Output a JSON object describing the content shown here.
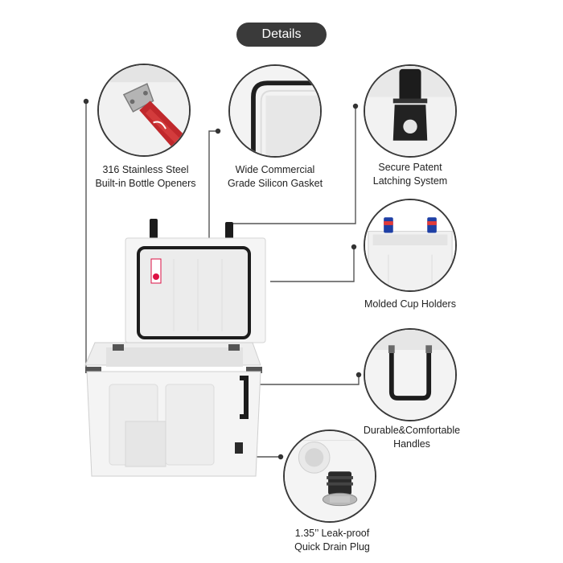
{
  "header": {
    "title": "Details"
  },
  "features": [
    {
      "line1": "316 Stainless Steel",
      "line2": "Built-in Bottle Openers"
    },
    {
      "line1": "Wide Commercial",
      "line2": "Grade Silicon Gasket"
    },
    {
      "line1": "Secure Patent",
      "line2": "Latching System"
    },
    {
      "line1": "Molded Cup Holders",
      "line2": ""
    },
    {
      "line1": "Durable&Comfortable",
      "line2": "Handles"
    },
    {
      "line1": "1.35’’ Leak-proof",
      "line2": "Quick Drain Plug"
    }
  ],
  "icons": {
    "opener": "bottle-opener-icon",
    "gasket": "gasket-icon",
    "latch": "latch-icon",
    "cupholders": "cup-holder-icon",
    "handles": "handle-icon",
    "plug": "drain-plug-icon"
  },
  "colors": {
    "pill": "#3a3a3a",
    "line": "#3a3a3a",
    "opener_red": "#c0282c",
    "cooler_white": "#f4f4f4"
  }
}
